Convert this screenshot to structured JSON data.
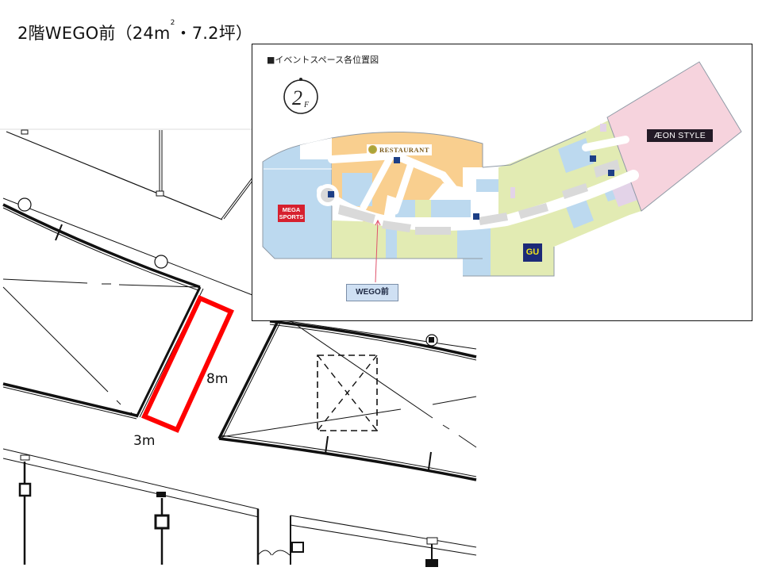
{
  "title": {
    "floor": "2階",
    "location": "WEGO前",
    "area_open": "（24m",
    "area_sup": "2",
    "area_rest": "・7.2坪）"
  },
  "floorplan": {
    "highlight_color": "#ff0000",
    "dimension_length": "8m",
    "dimension_width": "3m"
  },
  "map_panel": {
    "heading": "■イベントスペース各位置図",
    "floor_badge": {
      "number": "2",
      "suffix": "F"
    },
    "marker_label": "WEGO前",
    "brands": {
      "mega_sports_line1": "MEGA",
      "mega_sports_line2": "SPORTS",
      "restaurant": "RESTAURANT",
      "aeon_style": "ÆON STYLE",
      "gu": "GU"
    },
    "colors": {
      "restaurant_zone": "#f9cf8f",
      "blue_zone": "#bcd9ef",
      "green_zone": "#e2ebb3",
      "pink_zone": "#f6d3dd",
      "purple_zone": "#e3d3e8",
      "walkway": "#ffffff",
      "gray_block": "#d9d9d9",
      "marker_line": "#e0526b",
      "escalator_icon": "#1d3f86"
    }
  }
}
